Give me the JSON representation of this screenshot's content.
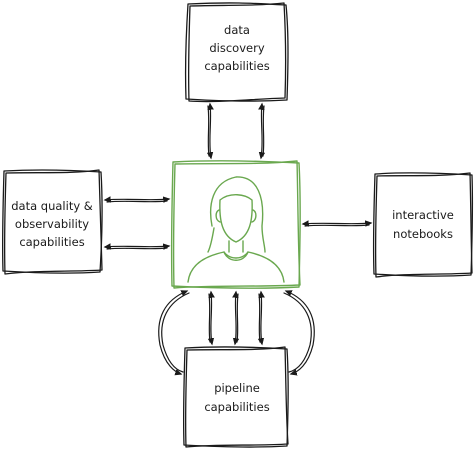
{
  "diagram": {
    "top_box": {
      "lines": [
        "data",
        "discovery",
        "capabilities"
      ]
    },
    "left_box": {
      "lines": [
        "data quality &",
        "observability",
        "capabilities"
      ]
    },
    "right_box": {
      "lines": [
        "interactive",
        "notebooks"
      ]
    },
    "bottom_box": {
      "lines": [
        "pipeline",
        "capabilities"
      ]
    },
    "center": {
      "icon": "person-icon",
      "color": "#6aa84f"
    },
    "stroke_color": "#1a1a1a"
  }
}
